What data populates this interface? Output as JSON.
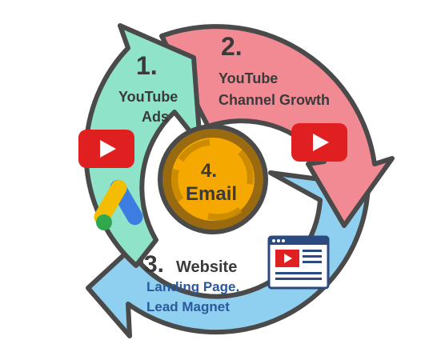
{
  "steps": [
    {
      "number": "1.",
      "title_lines": [
        "YouTube",
        "Ads"
      ],
      "color": "#8fe3c8",
      "icon": "youtube-play-icon"
    },
    {
      "number": "2.",
      "title_lines": [
        "YouTube",
        "Channel Growth"
      ],
      "color": "#f28a93",
      "icon": "youtube-play-icon"
    },
    {
      "number": "3.",
      "title": "Website",
      "subtitle_lines": [
        "Landing Page,",
        "Lead Magnet"
      ],
      "color": "#8fd0f0",
      "icon": "webpage-video-icon"
    },
    {
      "number": "4.",
      "title": "Email",
      "color": "#f5a800"
    }
  ],
  "icons": {
    "ads_logo": "google-ads-logo-icon"
  },
  "colors": {
    "youtube_red": "#e02020",
    "ads_blue": "#3b7de0",
    "ads_yellow": "#f5bd00",
    "ads_green": "#2fa84f",
    "outline": "#4a4a4a"
  }
}
